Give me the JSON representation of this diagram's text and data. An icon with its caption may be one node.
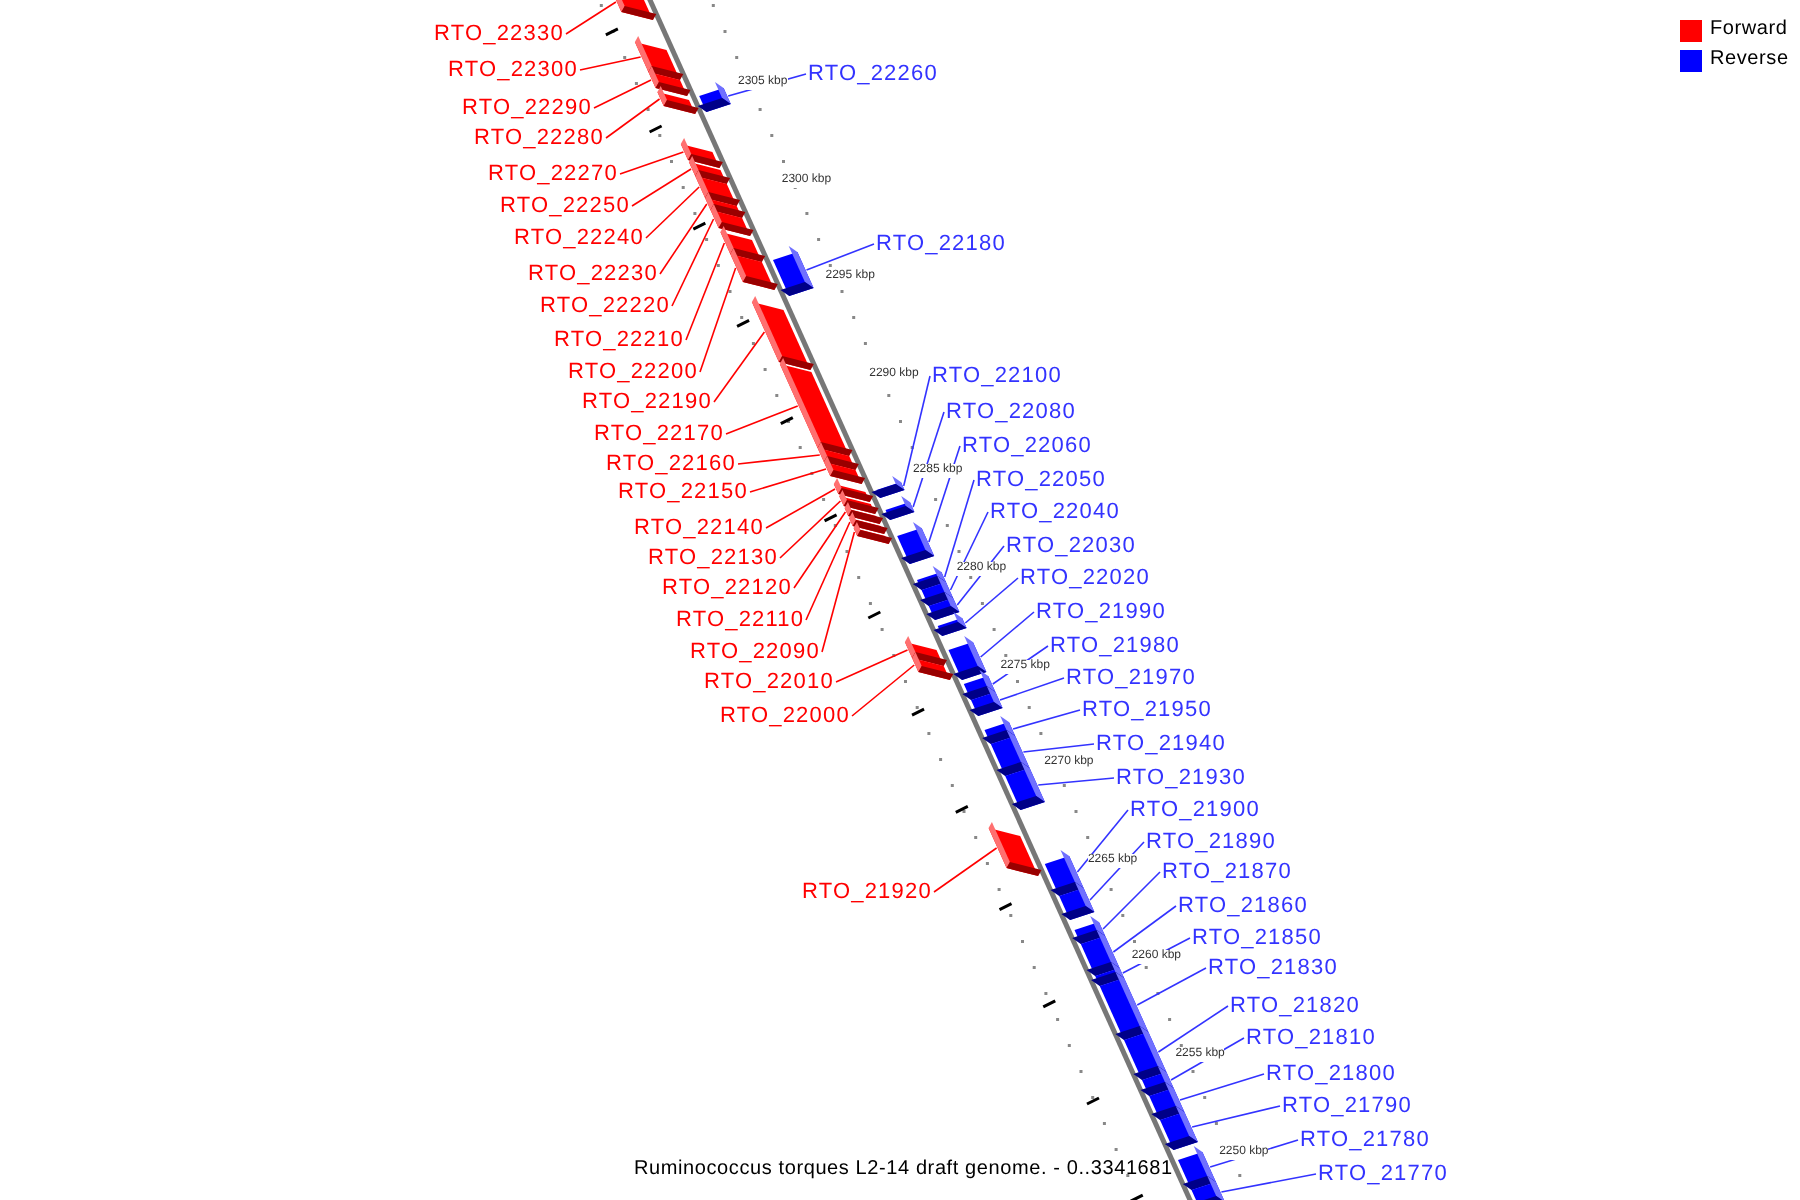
{
  "diagram": {
    "caption": "Ruminococcus torques L2-14 draft genome. - 0..3341681",
    "nodes": [
      {
        "text": [
          "RTO_22330"
        ]
      },
      {
        "text": [
          "RTO_22300"
        ]
      },
      {
        "text": [
          "RTO_22290"
        ]
      },
      {
        "text": [
          "RTO_22280"
        ]
      },
      {
        "text": [
          "RTO_22270"
        ]
      },
      {
        "text": [
          "RTO_22250"
        ]
      },
      {
        "text": [
          "RTO_22240"
        ]
      },
      {
        "text": [
          "RTO_22230"
        ]
      },
      {
        "text": [
          "RTO_22220"
        ]
      },
      {
        "text": [
          "RTO_22210"
        ]
      },
      {
        "text": [
          "RTO_22200"
        ]
      },
      {
        "text": [
          "RTO_22190"
        ]
      },
      {
        "text": [
          "RTO_22170"
        ]
      },
      {
        "text": [
          "RTO_22160"
        ]
      },
      {
        "text": [
          "RTO_22150"
        ]
      },
      {
        "text": [
          "RTO_22140"
        ]
      },
      {
        "text": [
          "RTO_22130"
        ]
      },
      {
        "text": [
          "RTO_22120"
        ]
      },
      {
        "text": [
          "RTO_22110"
        ]
      },
      {
        "text": [
          "RTO_22090"
        ]
      },
      {
        "text": [
          "RTO_22010"
        ]
      },
      {
        "text": [
          "RTO_22000"
        ]
      },
      {
        "text": [
          "RTO_21920"
        ]
      },
      {
        "text": [
          "RTO_22260"
        ]
      },
      {
        "text": [
          "RTO_22180"
        ]
      },
      {
        "text": [
          "RTO_22100"
        ]
      },
      {
        "text": [
          "RTO_22080"
        ]
      },
      {
        "text": [
          "RTO_22060"
        ]
      },
      {
        "text": [
          "RTO_22050"
        ]
      },
      {
        "text": [
          "RTO_22040"
        ]
      },
      {
        "text": [
          "RTO_22030"
        ]
      },
      {
        "text": [
          "RTO_22020"
        ]
      },
      {
        "text": [
          "RTO_21990"
        ]
      },
      {
        "text": [
          "RTO_21980"
        ]
      },
      {
        "text": [
          "RTO_21970"
        ]
      },
      {
        "text": [
          "RTO_21950"
        ]
      },
      {
        "text": [
          "RTO_21940"
        ]
      },
      {
        "text": [
          "RTO_21930"
        ]
      },
      {
        "text": [
          "RTO_21900"
        ]
      },
      {
        "text": [
          "RTO_21890"
        ]
      },
      {
        "text": [
          "RTO_21870"
        ]
      },
      {
        "text": [
          "RTO_21860"
        ]
      },
      {
        "text": [
          "RTO_21850"
        ]
      },
      {
        "text": [
          "RTO_21830"
        ]
      },
      {
        "text": [
          "RTO_21820"
        ]
      },
      {
        "text": [
          "RTO_21810"
        ]
      },
      {
        "text": [
          "RTO_21800"
        ]
      },
      {
        "text": [
          "RTO_21790"
        ]
      },
      {
        "text": [
          "RTO_21780"
        ]
      },
      {
        "text": [
          "RTO_21770"
        ]
      },
      {
        "text": [],
        "shape": "bar"
      },
      {
        "text": [],
        "shape": "bar"
      },
      {
        "text": [],
        "shape": "bar"
      },
      {
        "text": [],
        "shape": "bar"
      },
      {
        "text": [],
        "shape": "bar"
      },
      {
        "text": [],
        "shape": "bar"
      },
      {
        "text": [],
        "shape": "bar"
      },
      {
        "text": [],
        "shape": "bar"
      },
      {
        "text": [],
        "shape": "bar"
      },
      {
        "text": [],
        "shape": "bar"
      },
      {
        "text": [],
        "shape": "bar"
      },
      {
        "text": [],
        "shape": "bar"
      },
      {
        "text": [],
        "shape": "bar"
      },
      {
        "text": [],
        "shape": "bar"
      },
      {
        "text": [],
        "shape": "bar"
      },
      {
        "text": [],
        "shape": "bar"
      },
      {
        "text": [],
        "shape": "bar"
      },
      {
        "text": [],
        "shape": "bar"
      },
      {
        "text": [],
        "shape": "bar"
      },
      {
        "text": [],
        "shape": "bar"
      },
      {
        "text": [],
        "shape": "bar"
      },
      {
        "text": [],
        "shape": "bar"
      },
      {
        "text": [],
        "shape": "bar"
      },
      {
        "text": [],
        "shape": "bar"
      },
      {
        "text": [],
        "shape": "bar"
      },
      {
        "text": [],
        "shape": "bar"
      },
      {
        "text": [],
        "shape": "bar"
      },
      {
        "text": [],
        "shape": "bar"
      },
      {
        "text": [],
        "shape": "bar"
      },
      {
        "text": [],
        "shape": "bar"
      },
      {
        "text": [],
        "shape": "bar"
      },
      {
        "text": [],
        "shape": "bar"
      },
      {
        "text": [],
        "shape": "bar"
      },
      {
        "text": [],
        "shape": "bar"
      },
      {
        "text": [],
        "shape": "bar"
      },
      {
        "text": [],
        "shape": "bar"
      },
      {
        "text": [],
        "shape": "bar"
      },
      {
        "text": [],
        "shape": "bar"
      },
      {
        "text": [],
        "shape": "bar"
      },
      {
        "text": [],
        "shape": "bar"
      },
      {
        "text": [],
        "shape": "bar"
      },
      {
        "text": [],
        "shape": "bar"
      },
      {
        "text": [],
        "shape": "bar"
      },
      {
        "text": [],
        "shape": "bar"
      },
      {
        "text": [],
        "shape": "bar"
      },
      {
        "text": [],
        "shape": "bar"
      },
      {
        "text": [],
        "shape": "bar"
      },
      {
        "text": [],
        "shape": "bar"
      },
      {
        "text": [],
        "shape": "bar"
      },
      {
        "text": [],
        "shape": "bar"
      }
    ],
    "edges": [
      {
        "from": 0,
        "to": 50,
        "arrow": "none",
        "color": "#ff0000"
      },
      {
        "from": 1,
        "to": 51,
        "arrow": "none",
        "color": "#ff0000"
      },
      {
        "from": 2,
        "to": 52,
        "arrow": "none",
        "color": "#ff0000"
      },
      {
        "from": 3,
        "to": 53,
        "arrow": "none",
        "color": "#ff0000"
      },
      {
        "from": 4,
        "to": 54,
        "arrow": "none",
        "color": "#ff0000"
      },
      {
        "from": 5,
        "to": 55,
        "arrow": "none",
        "color": "#ff0000"
      },
      {
        "from": 6,
        "to": 56,
        "arrow": "none",
        "color": "#ff0000"
      },
      {
        "from": 7,
        "to": 57,
        "arrow": "none",
        "color": "#ff0000"
      },
      {
        "from": 8,
        "to": 58,
        "arrow": "none",
        "color": "#ff0000"
      },
      {
        "from": 9,
        "to": 59,
        "arrow": "none",
        "color": "#ff0000"
      },
      {
        "from": 10,
        "to": 60,
        "arrow": "none",
        "color": "#ff0000"
      },
      {
        "from": 11,
        "to": 61,
        "arrow": "none",
        "color": "#ff0000"
      },
      {
        "from": 12,
        "to": 62,
        "arrow": "none",
        "color": "#ff0000"
      },
      {
        "from": 13,
        "to": 63,
        "arrow": "none",
        "color": "#ff0000"
      },
      {
        "from": 14,
        "to": 64,
        "arrow": "none",
        "color": "#ff0000"
      },
      {
        "from": 15,
        "to": 65,
        "arrow": "none",
        "color": "#ff0000"
      },
      {
        "from": 16,
        "to": 66,
        "arrow": "none",
        "color": "#ff0000"
      },
      {
        "from": 17,
        "to": 67,
        "arrow": "none",
        "color": "#ff0000"
      },
      {
        "from": 18,
        "to": 68,
        "arrow": "none",
        "color": "#ff0000"
      },
      {
        "from": 19,
        "to": 69,
        "arrow": "none",
        "color": "#ff0000"
      },
      {
        "from": 20,
        "to": 70,
        "arrow": "none",
        "color": "#ff0000"
      },
      {
        "from": 21,
        "to": 71,
        "arrow": "none",
        "color": "#ff0000"
      },
      {
        "from": 22,
        "to": 72,
        "arrow": "none",
        "color": "#ff0000"
      },
      {
        "from": 23,
        "to": 73,
        "arrow": "none"
      },
      {
        "from": 24,
        "to": 74,
        "arrow": "none"
      },
      {
        "from": 25,
        "to": 75,
        "arrow": "none"
      },
      {
        "from": 26,
        "to": 76,
        "arrow": "none"
      },
      {
        "from": 27,
        "to": 77,
        "arrow": "none"
      },
      {
        "from": 28,
        "to": 78,
        "arrow": "none"
      },
      {
        "from": 29,
        "to": 79,
        "arrow": "none"
      },
      {
        "from": 30,
        "to": 80,
        "arrow": "none"
      },
      {
        "from": 31,
        "to": 81,
        "arrow": "none"
      },
      {
        "from": 32,
        "to": 82,
        "arrow": "none"
      },
      {
        "from": 33,
        "to": 83,
        "arrow": "none"
      },
      {
        "from": 34,
        "to": 84,
        "arrow": "none"
      },
      {
        "from": 35,
        "to": 85,
        "arrow": "none"
      },
      {
        "from": 36,
        "to": 86,
        "arrow": "none"
      },
      {
        "from": 37,
        "to": 87,
        "arrow": "none"
      },
      {
        "from": 38,
        "to": 88,
        "arrow": "none"
      },
      {
        "from": 39,
        "to": 89,
        "arrow": "none"
      },
      {
        "from": 40,
        "to": 90,
        "arrow": "none"
      },
      {
        "from": 41,
        "to": 91,
        "arrow": "none"
      },
      {
        "from": 42,
        "to": 92,
        "arrow": "none"
      },
      {
        "from": 43,
        "to": 93,
        "arrow": "none"
      },
      {
        "from": 44,
        "to": 94,
        "arrow": "none"
      },
      {
        "from": 45,
        "to": 95,
        "arrow": "none"
      },
      {
        "from": 46,
        "to": 96,
        "arrow": "none"
      },
      {
        "from": 47,
        "to": 97,
        "arrow": "none"
      },
      {
        "from": 48,
        "to": 98,
        "arrow": "none"
      },
      {
        "from": 49,
        "to": 99,
        "arrow": "none"
      }
    ],
    "labels": [
      "2305 kbp",
      "2300 kbp",
      "2295 kbp",
      "2290 kbp",
      "2285 kbp",
      "2280 kbp",
      "2275 kbp",
      "2270 kbp",
      "2265 kbp",
      "2260 kbp",
      "2255 kbp",
      "2250 kbp"
    ],
    "legend": [
      {
        "text": "Forward",
        "color": "#ff0000"
      },
      {
        "text": "Reverse",
        "color": "#0000ff"
      }
    ]
  }
}
